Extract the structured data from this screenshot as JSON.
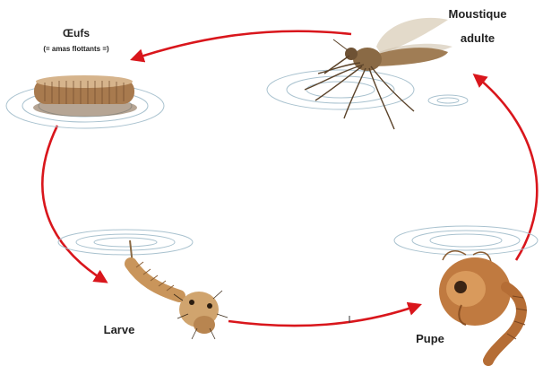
{
  "stages": {
    "eggs": {
      "label": "Œufs",
      "sublabel": "(= amas flottants =)"
    },
    "adult": {
      "label_line1": "Moustique",
      "label_line2": "adulte"
    },
    "larva": {
      "label": "Larve"
    },
    "pupa": {
      "label": "Pupe"
    }
  },
  "colors": {
    "arrow": "#d9161c",
    "mosquito_body": "#a07d55",
    "egg_raft": "#a87a4e",
    "larva_body": "#c9955b",
    "pupa_body": "#c07a40",
    "water_ripple": "#a9c2cf"
  },
  "cycle_order": [
    "eggs",
    "larva",
    "pupa",
    "adult"
  ]
}
